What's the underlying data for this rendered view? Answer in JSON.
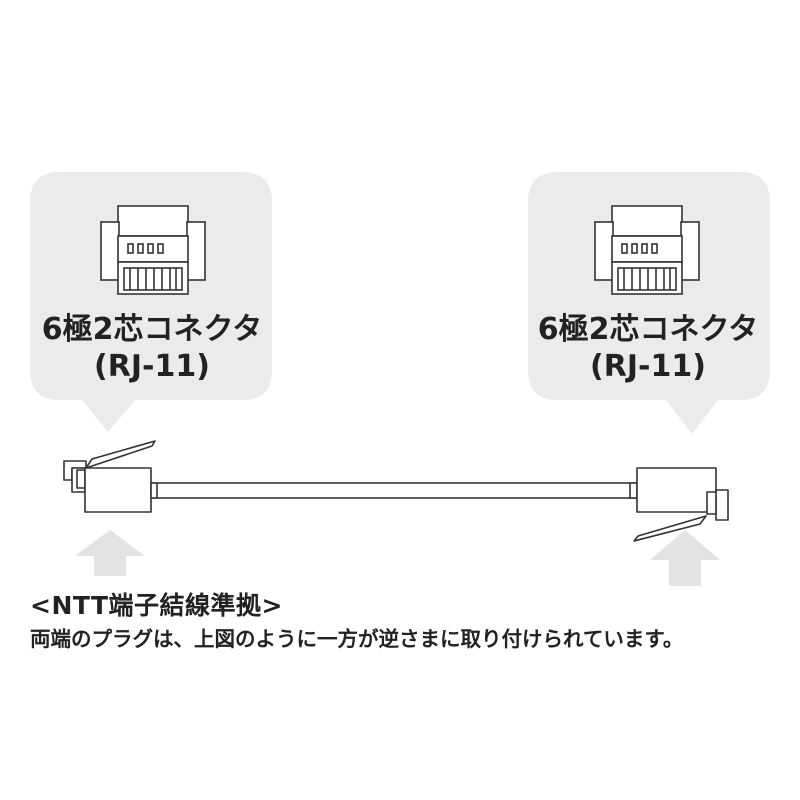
{
  "diagram": {
    "left_connector": {
      "label_line1": "6極2芯コネクタ",
      "label_line2": "(RJ-11)"
    },
    "right_connector": {
      "label_line1": "6極2芯コネクタ",
      "label_line2": "(RJ-11)"
    }
  },
  "caption": {
    "title": "<NTT端子結線準拠>",
    "note": "両端のプラグは、上図のように一方が逆さまに取り付けられています。"
  },
  "colors": {
    "bubble": "#ebebeb",
    "arrow": "#e3e3e3",
    "line": "#333333",
    "text": "#222222"
  }
}
